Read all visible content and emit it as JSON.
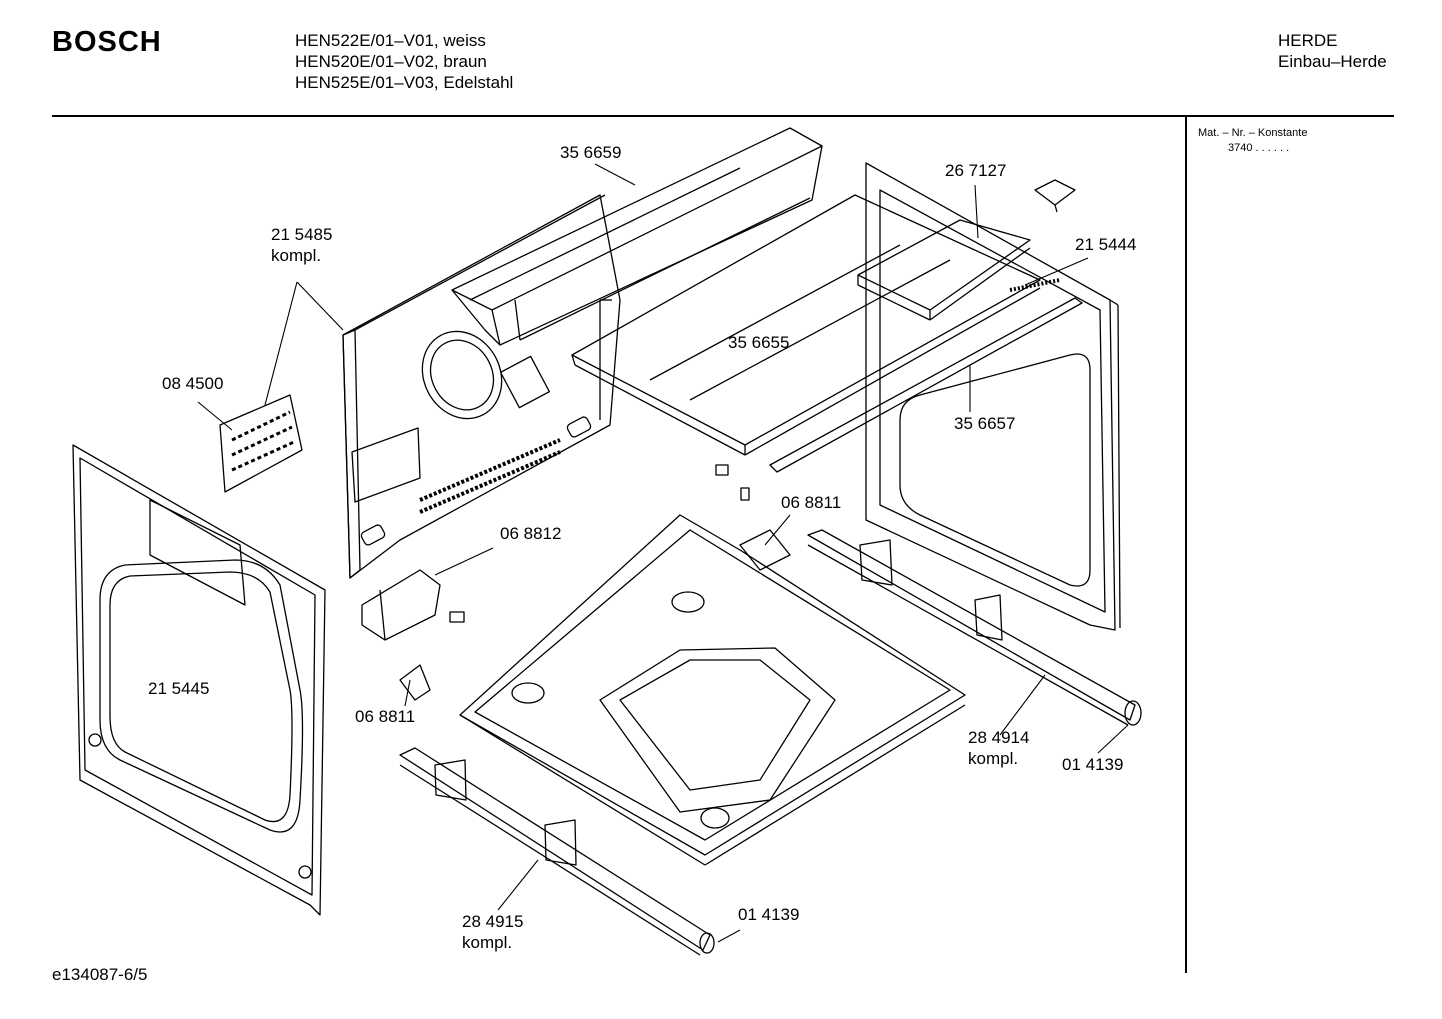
{
  "header": {
    "brand": "BOSCH",
    "models": [
      "HEN522E/01–V01, weiss",
      "HEN520E/01–V02, braun",
      "HEN525E/01–V03, Edelstahl"
    ],
    "category_line1": "HERDE",
    "category_line2": "Einbau–Herde"
  },
  "side_panel": {
    "title": "Mat. – Nr. – Konstante",
    "value": "3740  .  .  .  .  .  ."
  },
  "doc_id": "e134087-6/5",
  "parts": [
    {
      "id": "p356659",
      "line1": "35 6659",
      "line2": ""
    },
    {
      "id": "p267127",
      "line1": "26 7127",
      "line2": ""
    },
    {
      "id": "p215444",
      "line1": "21 5444",
      "line2": ""
    },
    {
      "id": "p215485",
      "line1": "21 5485",
      "line2": "kompl."
    },
    {
      "id": "p084500",
      "line1": "08 4500",
      "line2": ""
    },
    {
      "id": "p356655",
      "line1": "35 6655",
      "line2": ""
    },
    {
      "id": "p356657",
      "line1": "35 6657",
      "line2": ""
    },
    {
      "id": "p068811a",
      "line1": "06 8811",
      "line2": ""
    },
    {
      "id": "p068812",
      "line1": "06 8812",
      "line2": ""
    },
    {
      "id": "p215445",
      "line1": "21 5445",
      "line2": ""
    },
    {
      "id": "p068811b",
      "line1": "06 8811",
      "line2": ""
    },
    {
      "id": "p284914",
      "line1": "28 4914",
      "line2": "kompl."
    },
    {
      "id": "p014139a",
      "line1": "01 4139",
      "line2": ""
    },
    {
      "id": "p284915",
      "line1": "28 4915",
      "line2": "kompl."
    },
    {
      "id": "p014139b",
      "line1": "01 4139",
      "line2": ""
    }
  ]
}
